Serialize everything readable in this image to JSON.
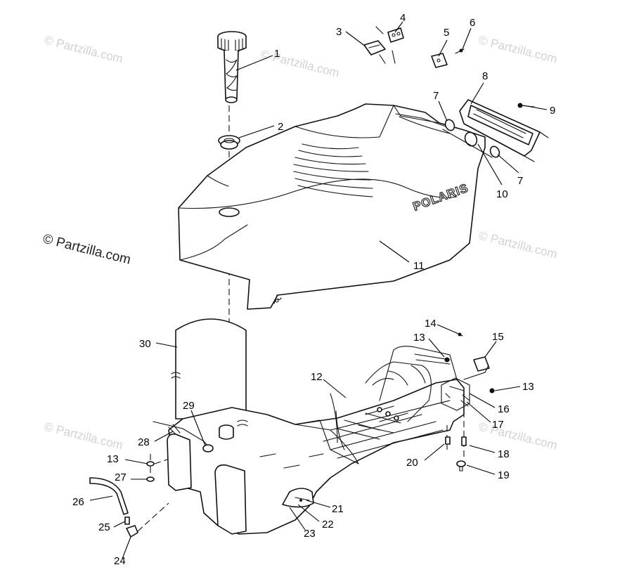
{
  "copyright": "© Partzilla.com",
  "watermark": "© Partzilla.com",
  "brand_text": "POLARIS",
  "callouts": [
    "1",
    "2",
    "3",
    "4",
    "5",
    "6",
    "7",
    "8",
    "9",
    "7",
    "10",
    "11",
    "12",
    "13",
    "14",
    "15",
    "13",
    "16",
    "17",
    "18",
    "19",
    "20",
    "21",
    "22",
    "23",
    "24",
    "25",
    "26",
    "27",
    "13",
    "28",
    "29",
    "30"
  ]
}
